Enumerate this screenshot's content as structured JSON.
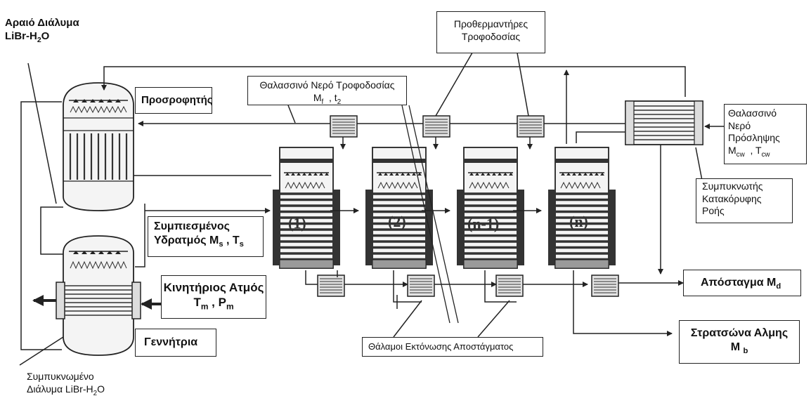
{
  "labels": {
    "dilute_solution_line1": "Αραιό Διάλυμα",
    "dilute_solution_line2": "LiBr-H",
    "dilute_solution_sub": "2",
    "dilute_solution_end": "O",
    "absorber": "Προσροφητής",
    "feed_preheaters_line1": "Προθερμαντήρες",
    "feed_preheaters_line2": "Τροφοδοσίας",
    "feed_seawater_line1": "Θαλασσινό Νερό Τροφοδοσίας",
    "feed_seawater_m": "M",
    "feed_seawater_m_sub": "f",
    "feed_seawater_t": ", t",
    "feed_seawater_t_sub": "2",
    "cooling_seawater_line1": "Θαλασσινό",
    "cooling_seawater_line2": "Νερό",
    "cooling_seawater_line3": "Πρόσληψης",
    "cooling_seawater_m": "M",
    "cooling_seawater_m_sub": "cw",
    "cooling_seawater_t": ", T",
    "cooling_seawater_t_sub": "cw",
    "condenser_line1": "Συμπυκνωτής",
    "condenser_line2": "Κατακόρυφης",
    "condenser_line3": "Ροής",
    "compressed_vapor_line1": "Συμπιεσμένος",
    "compressed_vapor_line2": "Υδρατμός  M",
    "compressed_vapor_m_sub": "s",
    "compressed_vapor_t": " , T",
    "compressed_vapor_t_sub": "s",
    "motive_steam_line1": "Κινητήριος Ατμός",
    "motive_steam_t": "T",
    "motive_steam_t_sub": "m",
    "motive_steam_p": " , P",
    "motive_steam_p_sub": "m",
    "generator": "Γεννήτρια",
    "distillate": "Απόσταγμα  M",
    "distillate_sub": "d",
    "brine_line1": "Στρατσώνα Αλμης",
    "brine_m": "M",
    "brine_m_sub": "b",
    "flash_chambers": "Θάλαμοι Εκτόνωσης Αποστάγματος",
    "concentrated_line1": "Συμπυκνωμένο",
    "concentrated_line2": "Διάλυμα LiBr-H",
    "concentrated_sub": "2",
    "concentrated_end": "O"
  },
  "effects": [
    "(1)",
    "(2)",
    "(n-1)",
    "(n)"
  ],
  "colors": {
    "line": "#222222",
    "shell_fill": "#f4f4f4",
    "tube_dark": "#333333",
    "band_grey": "#9a9a9a"
  }
}
